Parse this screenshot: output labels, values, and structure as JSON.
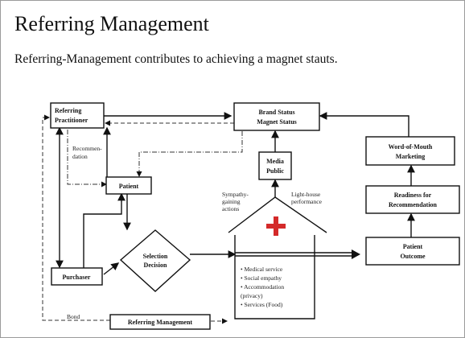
{
  "slide": {
    "title": "Referring Management",
    "subtitle": "Referring-Management contributes to achieving a magnet stauts."
  },
  "diagram": {
    "referring_practitioner": [
      "Referring",
      "Practitioner"
    ],
    "brand_status": [
      "Brand Status",
      "Magnet Status"
    ],
    "media_public": [
      "Media",
      "Public"
    ],
    "word_of_mouth": [
      "Word-of-Mouth",
      "Marketing"
    ],
    "readiness": [
      "Readiness for",
      "Recommendation"
    ],
    "patient_outcome": [
      "Patient",
      "Outcome"
    ],
    "recommendation": [
      "Recommen-",
      "dation"
    ],
    "patient": "Patient",
    "purchaser": "Purchaser",
    "selection_decision": [
      "Selection",
      "Decision"
    ],
    "sympathy_gaining": [
      "Sympathy-",
      "gaining",
      "actions"
    ],
    "light_house": [
      "Light-house",
      "performance"
    ],
    "service_items": [
      "• Medical service",
      "• Social empathy",
      "• Accommodation",
      "   (privacy)",
      "• Services (Food)"
    ],
    "bond": "Bond",
    "referring_management": "Referring Management"
  },
  "colors": {
    "cross": "#d42a2a",
    "line": "#111111"
  }
}
